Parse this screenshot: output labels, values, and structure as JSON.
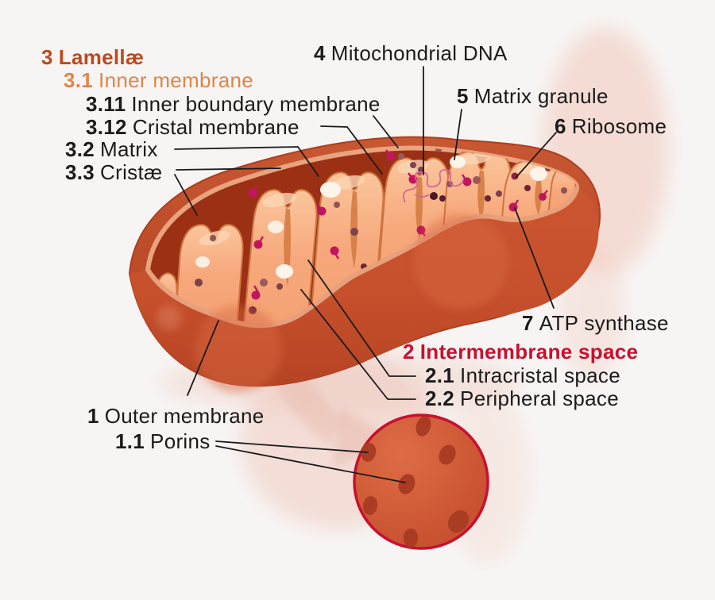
{
  "background_color": "#F7F5F4",
  "labels": [
    {
      "number": "1",
      "name": "Outer membrane"
    },
    {
      "number": "1.1",
      "name": "Porins"
    },
    {
      "number": "2",
      "name": "Intermembrane space"
    },
    {
      "number": "2.1",
      "name": "Intracristal space"
    },
    {
      "number": "2.2",
      "name": "Peripheral space"
    },
    {
      "number": "3",
      "name": "Lamellæ"
    },
    {
      "number": "3.1",
      "name": "Inner membrane"
    },
    {
      "number": "3.11",
      "name": "Inner boundary membrane"
    },
    {
      "number": "3.12",
      "name": "Cristal membrane"
    },
    {
      "number": "3.2",
      "name": "Matrix"
    },
    {
      "number": "3.3",
      "name": "Cristæ"
    },
    {
      "number": "4",
      "name": "Mitochondrial DNA"
    },
    {
      "number": "5",
      "name": "Matrix granule"
    },
    {
      "number": "6",
      "name": "Ribosome"
    },
    {
      "number": "7",
      "name": "ATP synthase"
    }
  ],
  "detail_circle": {
    "porin_count": 7
  },
  "palette": {
    "label_text": "#1b1b1b",
    "lamellae_heading": "#BC4A1E",
    "inner_membrane_heading": "#E08548",
    "intermembrane_heading": "#C8102E",
    "outer_membrane_red": "#C2522E",
    "interior_dark_red": "#9C3014",
    "crista_peach": "#F7A678",
    "cut_rim_salmon": "#E9A37E",
    "matrix_granule_white": "#FBEFE2",
    "ribosome_maroon": "#80414E",
    "atp_synthase_magenta": "#C1155E",
    "dna_pink": "#D4679A",
    "detail_circle_border": "#C8102E",
    "porin_brown": "#A93C22",
    "watermark_pink": "#F0C6B9"
  }
}
